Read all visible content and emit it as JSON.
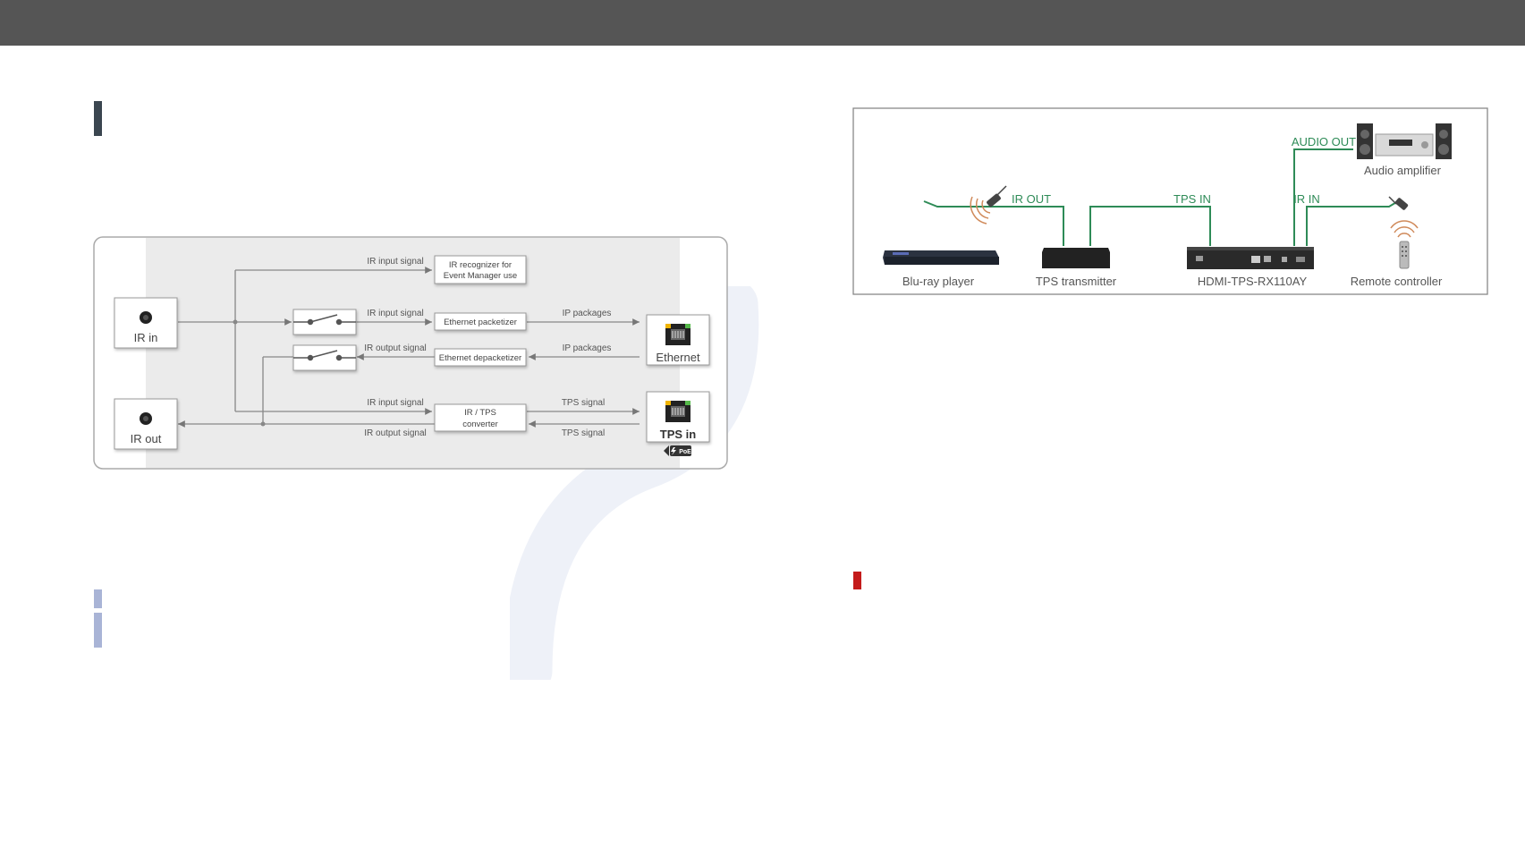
{
  "block_diagram": {
    "signals": {
      "ir_input": "IR input signal",
      "ir_output": "IR output signal",
      "ip_packages": "IP packages",
      "tps_signal": "TPS signal"
    },
    "blocks": {
      "ir_recognizer_line1": "IR recognizer for",
      "ir_recognizer_line2": "Event Manager use",
      "eth_packetizer": "Ethernet packetizer",
      "eth_depacketizer": "Ethernet depacketizer",
      "ir_tps_line1": "IR / TPS",
      "ir_tps_line2": "converter"
    },
    "ports": {
      "ir_in": "IR in",
      "ir_out": "IR out",
      "ethernet": "Ethernet",
      "tps_in": "TPS in",
      "poe": "PoE"
    }
  },
  "connection_diagram": {
    "links": {
      "audio_out": "AUDIO OUT",
      "ir_out": "IR OUT",
      "tps_in": "TPS IN",
      "ir_in": "IR IN"
    },
    "devices": {
      "audio_amplifier": "Audio amplifier",
      "bluray_player": "Blu-ray player",
      "tps_transmitter": "TPS transmitter",
      "receiver": "HDMI-TPS-RX110AY",
      "remote_controller": "Remote controller"
    },
    "link_color": "#2e8b57"
  },
  "colors": {
    "top_bar": "#555555",
    "section_marker": "#3b4650",
    "note_marker": "#a9b4d6",
    "warning_marker": "#c41b1b"
  }
}
